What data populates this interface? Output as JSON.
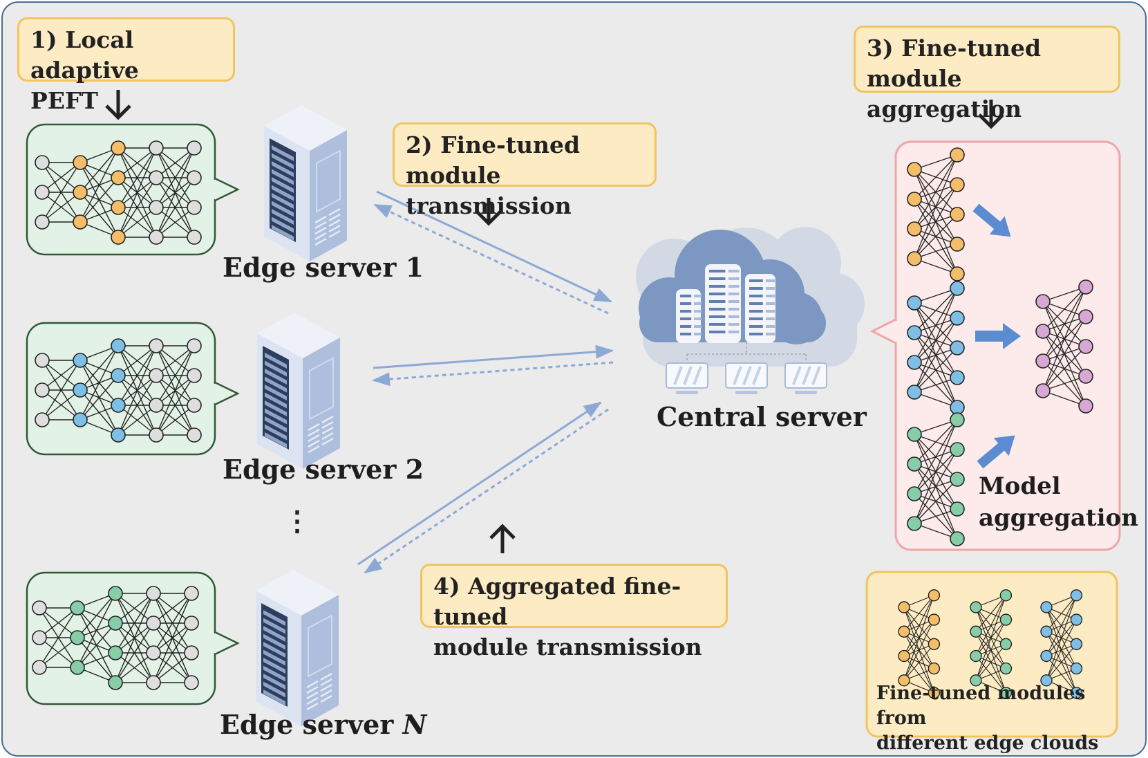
{
  "steps": {
    "step1": "1) Local adaptive\nPEFT",
    "step2": "2) Fine-tuned module\ntransmission",
    "step3": "3) Fine-tuned module\naggregation",
    "step4": "4) Aggregated fine-tuned\nmodule transmission"
  },
  "edge_servers": [
    {
      "label": "Edge server 1",
      "node_color": "#f4bd6a"
    },
    {
      "label": "Edge server 2",
      "node_color": "#7fbfe6"
    },
    {
      "label_prefix": "Edge server ",
      "label_suffix": "N",
      "node_color": "#86cda8"
    }
  ],
  "ellipsis": "⋮",
  "central_server": {
    "label": "Central server"
  },
  "aggregation": {
    "label": "Model\naggregation",
    "module_colors": [
      "#f4bd6a",
      "#7fbfe6",
      "#86cda8"
    ],
    "result_color": "#d7a8d4"
  },
  "legend": {
    "caption": "Fine-tuned modules from\ndifferent edge clouds"
  },
  "colors": {
    "background": "#ebebeb",
    "frame_border": "#4a6e9a",
    "callout_fill": "#fdebc4",
    "callout_border": "#f3c35d",
    "edge_panel_fill": "#e3f2e6",
    "edge_panel_border": "#2f5a35",
    "aggregation_fill": "#fdebeb",
    "aggregation_border": "#f0a6a6",
    "link_arrow": "#8ca8d4",
    "block_arrow": "#5b8bd0",
    "cloud": "#7b97c2",
    "neutral_node": "#dedede"
  }
}
